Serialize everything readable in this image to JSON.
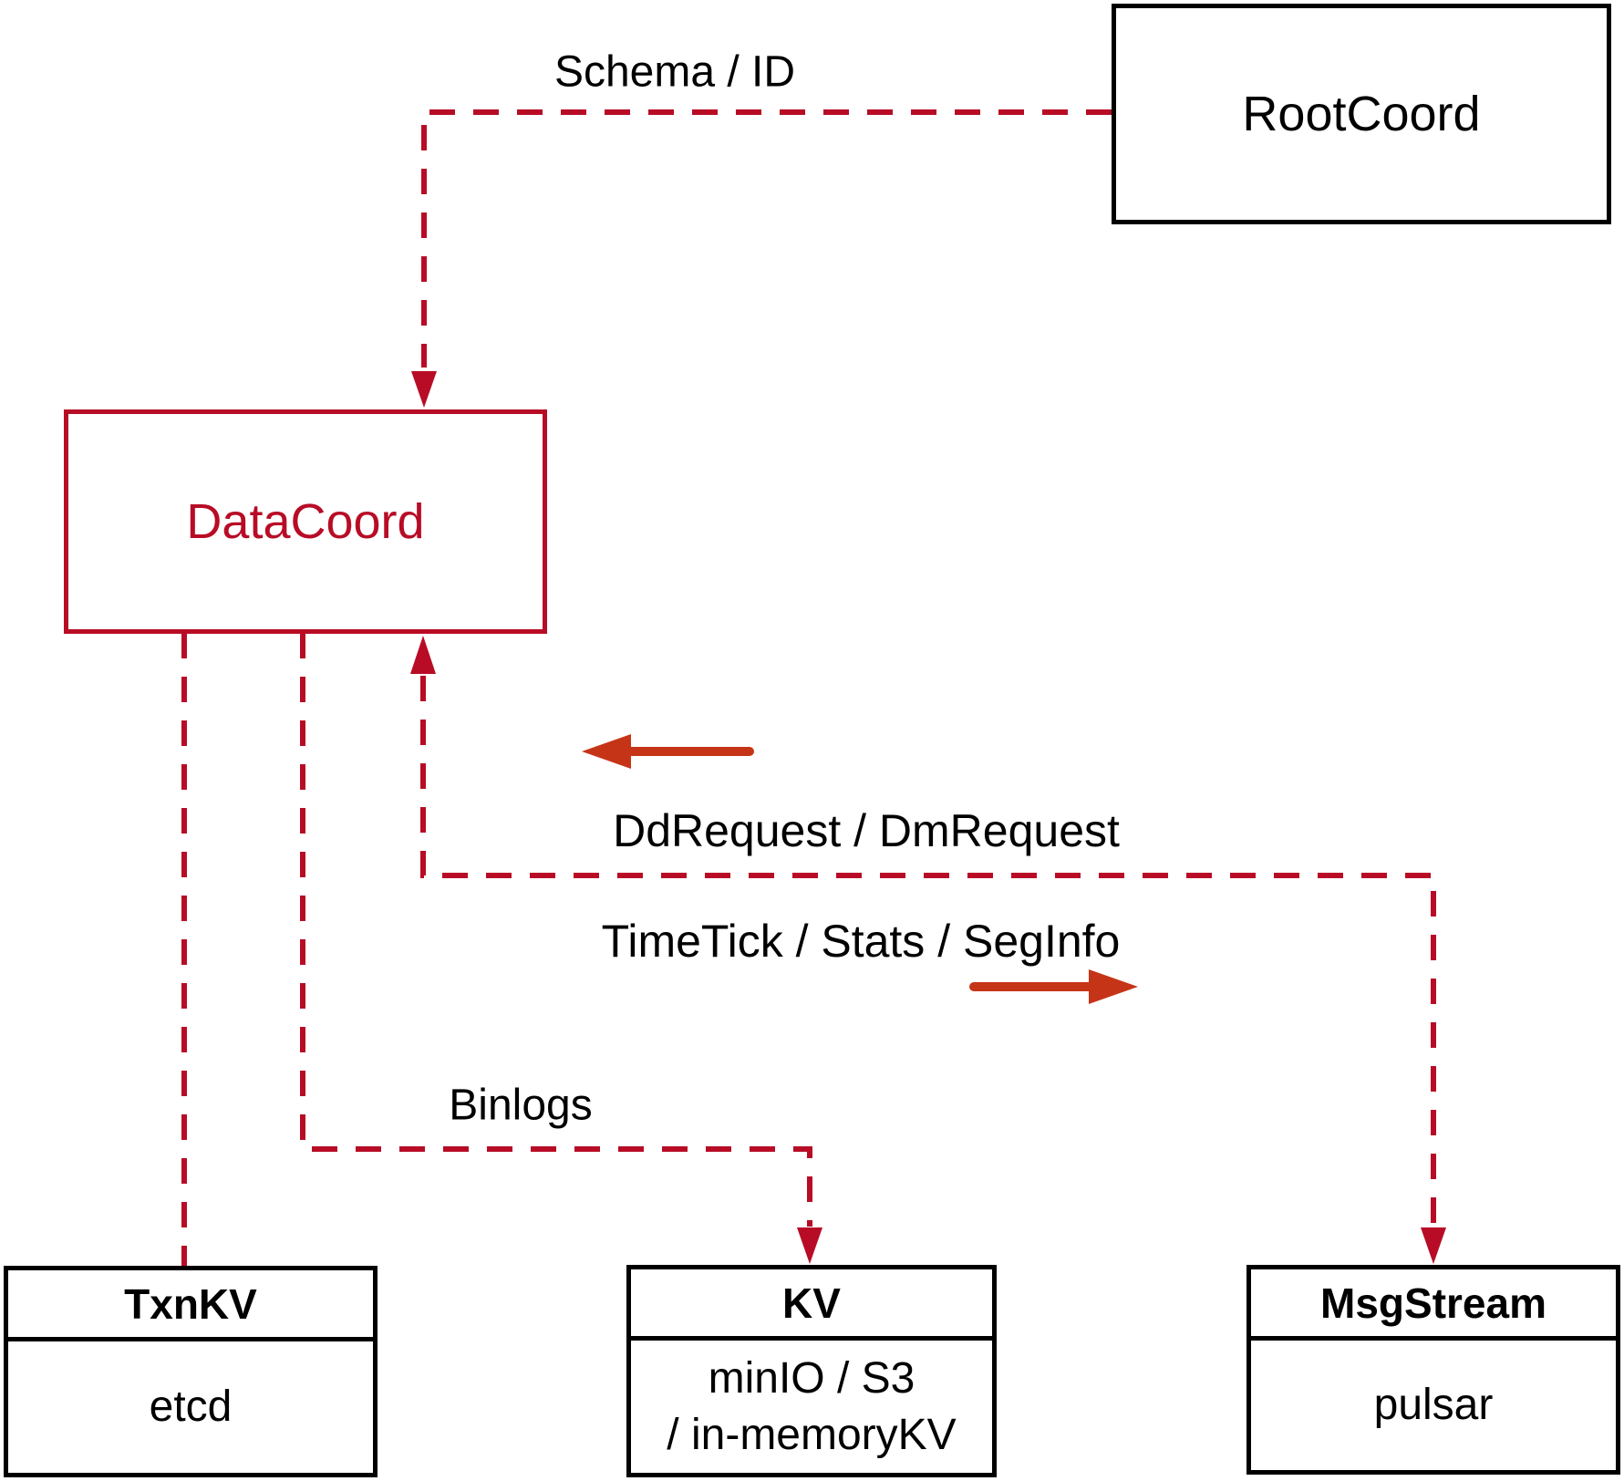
{
  "colors": {
    "dashed_line": "#b80c26",
    "solid_arrow": "#c63418",
    "box_border": "#000000",
    "text": "#000000",
    "background": "#ffffff"
  },
  "nodes": {
    "root_coord": {
      "label": "RootCoord"
    },
    "data_coord": {
      "label": "DataCoord"
    },
    "txn_kv": {
      "title": "TxnKV",
      "body": "etcd"
    },
    "kv": {
      "title": "KV",
      "body_line1": "minIO / S3",
      "body_line2": "/ in-memoryKV"
    },
    "msg_stream": {
      "title": "MsgStream",
      "body": "pulsar"
    }
  },
  "edge_labels": {
    "schema_id": "Schema / ID",
    "dd_dm_request": "DdRequest / DmRequest",
    "timetick_stats_seginfo": "TimeTick / Stats / SegInfo",
    "binlogs": "Binlogs"
  }
}
